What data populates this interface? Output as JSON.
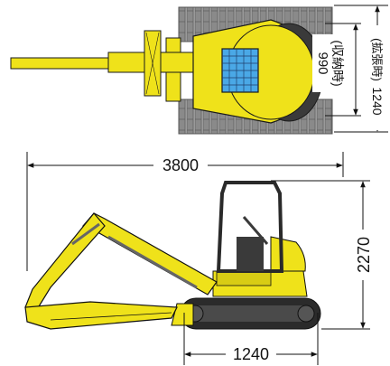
{
  "dimensions": {
    "overall_length": "3800",
    "overall_height": "2270",
    "track_length": "1240",
    "width_retracted": "990",
    "width_retracted_note": "(収納時)",
    "width_extended": "1240",
    "width_extended_note": "(拡張時)"
  },
  "colors": {
    "body_yellow": "#efe21a",
    "track_gray": "#8d8d8d",
    "track_dark": "#2b2b2b",
    "outline": "#1a1a1a",
    "glass_blue": "#4aa8e6"
  }
}
